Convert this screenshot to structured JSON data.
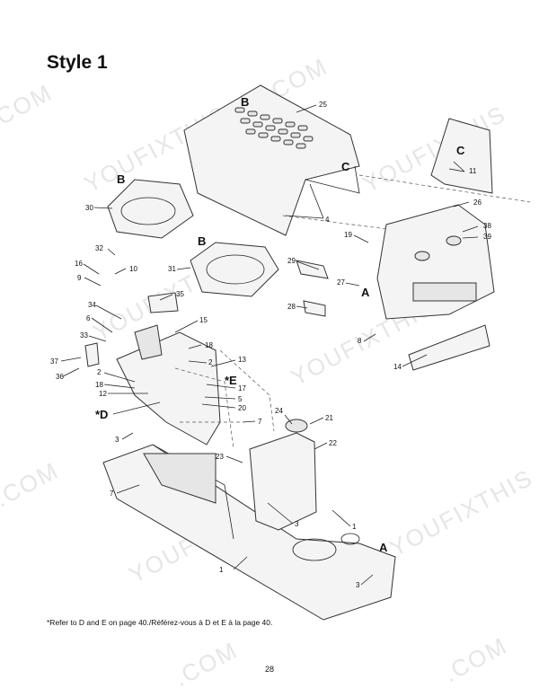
{
  "title": "Style 1",
  "watermark": "YOUFIXTHIS.COM",
  "watermark_fragments": [
    ".COM",
    "YOUFIXTHIS",
    "YOUFIXTHIS",
    ".COM",
    "YOUFIXTHIS",
    "S.COM",
    "YOUFIXTHIS",
    ".COM",
    "YOUFIXTHIS",
    ".COM"
  ],
  "footnote": "*Refer to D and E on page 40./Référez-vous à D et E à la page 40.",
  "page_number": "28",
  "reference_letters": {
    "a1": "A",
    "a2": "A",
    "b1": "B",
    "b2": "B",
    "b3": "B",
    "c1": "C",
    "c2": "C",
    "d": "*D",
    "e": "*E"
  },
  "part_numbers": {
    "p25": "25",
    "p4": "4",
    "p30": "30",
    "p26": "26",
    "p11": "11",
    "p38": "38",
    "p39": "39",
    "p19": "19",
    "p32": "32",
    "p16": "16",
    "p10": "10",
    "p9": "9",
    "p31": "31",
    "p29": "29",
    "p27": "27",
    "p35": "35",
    "p34": "34",
    "p28": "28",
    "p6": "6",
    "p15": "15",
    "p33": "33",
    "p8": "8",
    "p18a": "18",
    "p37": "37",
    "p36": "36",
    "p2a": "2",
    "p13": "13",
    "p14": "14",
    "p2b": "2",
    "p18b": "18",
    "p17": "17",
    "p12": "12",
    "p5": "5",
    "p20": "20",
    "p7a": "7",
    "p24": "24",
    "p21": "21",
    "p3a": "3",
    "p22": "22",
    "p23": "23",
    "p7b": "7",
    "p3b": "3",
    "p1a": "1",
    "p1b": "1",
    "p3c": "3"
  }
}
